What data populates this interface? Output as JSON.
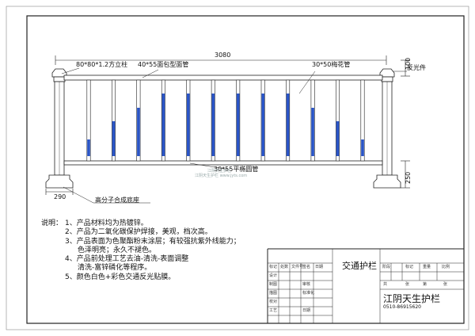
{
  "drawing": {
    "dimensions": {
      "total_length": "3080",
      "top_height": "100",
      "base_height": "250",
      "base_width": "290"
    },
    "callouts": {
      "post": "80*80*1.2方立柱",
      "top_rail": "40*55面包型面管",
      "top_right_tube": "30*50梅花管",
      "reflector": "反光件",
      "bottom_rail": "30*55平椭圆管",
      "base": "高分子合成底座"
    },
    "colors": {
      "line": "#222222",
      "picket_fill": "#2a55c8",
      "background": "#ffffff"
    },
    "watermark_lines": [
      "江阴天生护栏",
      "江阴天生护栏 www.jyts.com"
    ]
  },
  "notes": {
    "heading": "说明：",
    "items": [
      "1、产品材料均为热镀锌。",
      "2、产品为二氧化碳保护焊接，美观，档次高。",
      "3、产品表面为色聚酯粉末涂层；有较强抗紫外线能力；",
      "色泽明亮；永久不褪色。",
      "4、产品前处理工艺去油-清洗-表面调整",
      "清洗-富锌磷化等程序。",
      "5、颜色白色+彩色交通反光贴膜。"
    ]
  },
  "title_block": {
    "project_name": "交通护栏",
    "company": "江阴天生护栏",
    "phone": "0510-86915620",
    "left_cells": [
      "标记",
      "处数",
      "文件号",
      "签名",
      "日期",
      "设计",
      "制图",
      "描图",
      "校对",
      "审核",
      "工艺",
      "标准化",
      "日期"
    ],
    "right_header": [
      "阶段",
      "标记",
      "重量",
      "比例"
    ],
    "right_sub": [
      "共",
      "张",
      "第",
      "张"
    ]
  }
}
